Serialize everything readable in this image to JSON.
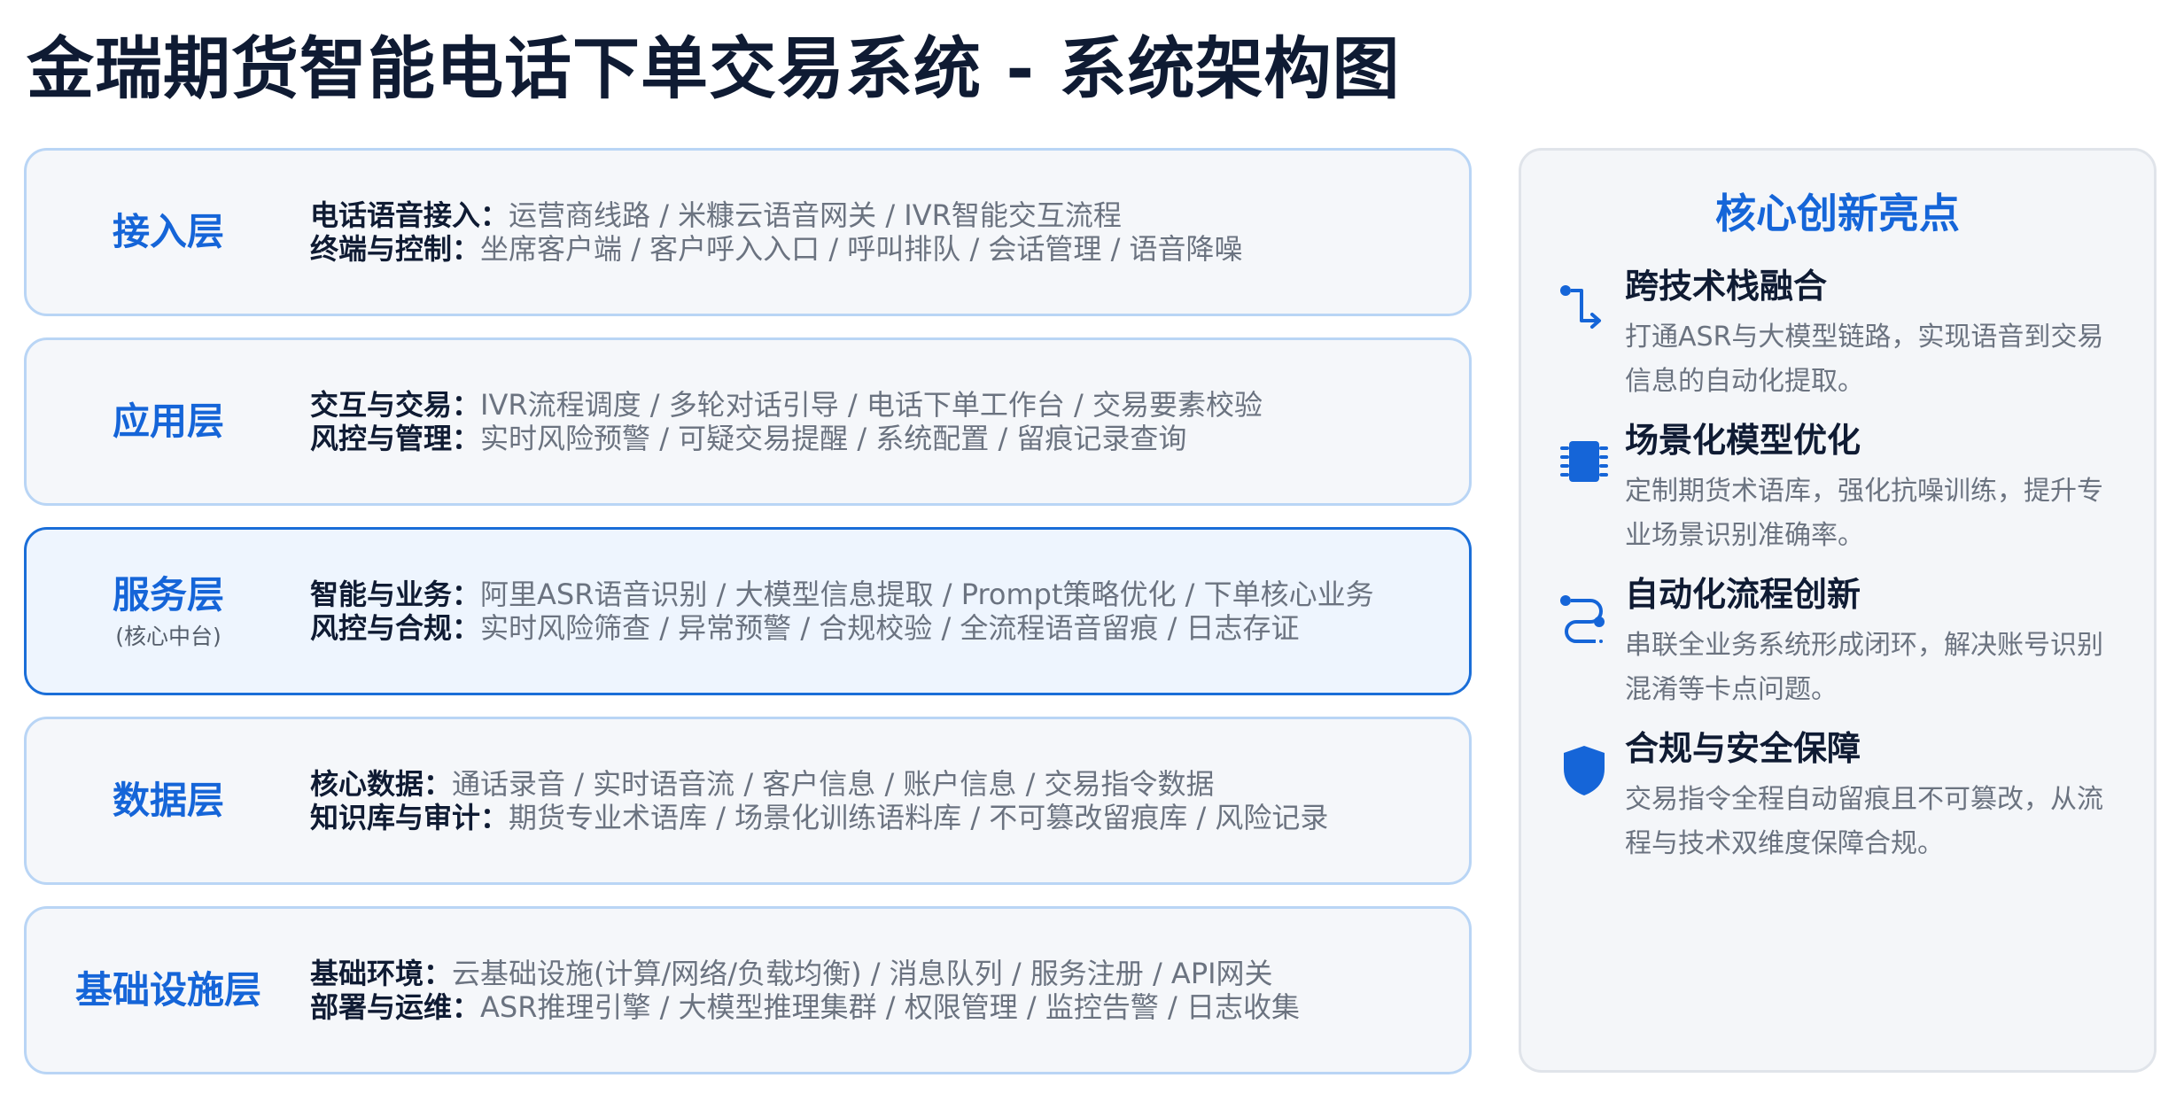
{
  "title": "金瑞期货智能电话下单交易系统 - 系统架构图",
  "layers": [
    {
      "name": "接入层",
      "sub": "",
      "rows": [
        {
          "label": "电话语音接入：",
          "items": "运营商线路 / 米糠云语音网关 / IVR智能交互流程"
        },
        {
          "label": "终端与控制：",
          "items": "坐席客户端 / 客户呼入入口 / 呼叫排队 / 会话管理 / 语音降噪"
        }
      ]
    },
    {
      "name": "应用层",
      "sub": "",
      "rows": [
        {
          "label": "交互与交易：",
          "items": "IVR流程调度 / 多轮对话引导 / 电话下单工作台 / 交易要素校验"
        },
        {
          "label": "风控与管理：",
          "items": "实时风险预警 / 可疑交易提醒 / 系统配置 / 留痕记录查询"
        }
      ]
    },
    {
      "name": "服务层",
      "sub": "(核心中台)",
      "rows": [
        {
          "label": "智能与业务：",
          "items": "阿里ASR语音识别 / 大模型信息提取 / Prompt策略优化 / 下单核心业务"
        },
        {
          "label": "风控与合规：",
          "items": "实时风险筛查 / 异常预警 / 合规校验 / 全流程语音留痕 / 日志存证"
        }
      ]
    },
    {
      "name": "数据层",
      "sub": "",
      "rows": [
        {
          "label": "核心数据：",
          "items": "通话录音 / 实时语音流 / 客户信息 / 账户信息 / 交易指令数据"
        },
        {
          "label": "知识库与审计：",
          "items": "期货专业术语库 / 场景化训练语料库 / 不可篡改留痕库 / 风险记录"
        }
      ]
    },
    {
      "name": "基础设施层",
      "sub": "",
      "rows": [
        {
          "label": "基础环境：",
          "items": "云基础设施(计算/网络/负载均衡) / 消息队列 / 服务注册 / API网关"
        },
        {
          "label": "部署与运维：",
          "items": "ASR推理引擎 / 大模型推理集群 / 权限管理 / 监控告警 / 日志收集"
        }
      ]
    }
  ],
  "panel": {
    "title": "核心创新亮点",
    "features": [
      {
        "icon": "route-icon",
        "title": "跨技术栈融合",
        "desc": "打通ASR与大模型链路，实现语音到交易信息的自动化提取。"
      },
      {
        "icon": "chip-icon",
        "title": "场景化模型优化",
        "desc": "定制期货术语库，强化抗噪训练，提升专业场景识别准确率。"
      },
      {
        "icon": "workflow-icon",
        "title": "自动化流程创新",
        "desc": "串联全业务系统形成闭环，解决账号识别混淆等卡点问题。"
      },
      {
        "icon": "shield-icon",
        "title": "合规与安全保障",
        "desc": "交易指令全程自动留痕且不可篡改，从流程与技术双维度保障合规。"
      }
    ]
  },
  "colors": {
    "accent": "#1565d8",
    "title": "#0f1b33",
    "muted": "#6b7380",
    "layer_border": "#b9d5f5",
    "highlight_border": "#1a6ed8"
  }
}
